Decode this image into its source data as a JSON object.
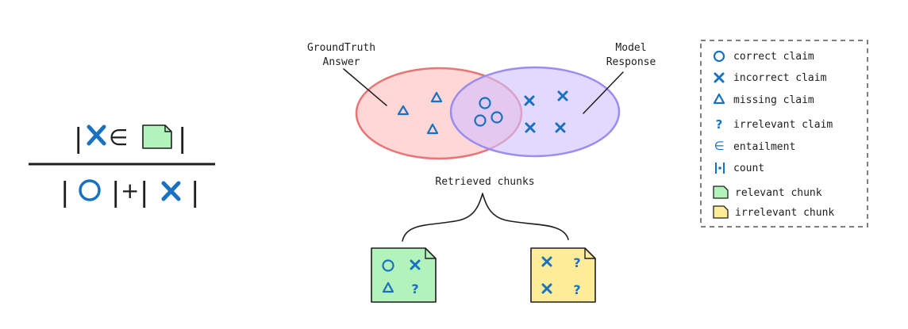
{
  "diagram": {
    "labels": {
      "ground_truth_line1": "GroundTruth",
      "ground_truth_line2": "Answer",
      "model_line1": "Model",
      "model_line2": "Response",
      "retrieved_chunks": "Retrieved chunks"
    },
    "legend": [
      {
        "icon": "circle-icon",
        "label": "correct claim"
      },
      {
        "icon": "cross-icon",
        "label": "incorrect claim"
      },
      {
        "icon": "triangle-icon",
        "label": "missing claim"
      },
      {
        "icon": "question-icon",
        "label": "irrelevant claim"
      },
      {
        "icon": "element-of-icon",
        "label": "entailment"
      },
      {
        "icon": "count-icon",
        "label": "count"
      },
      {
        "icon": "green-chunk-icon",
        "label": "relevant chunk"
      },
      {
        "icon": "yellow-chunk-icon",
        "label": "irrelevant chunk"
      }
    ],
    "symbols": {
      "element_of": "∈",
      "question": "?",
      "plus": "+",
      "bar": "|",
      "dot": "•"
    },
    "colors": {
      "accent": "#1971c2",
      "ground_truth_fill": "#ffc9c9",
      "ground_truth_stroke": "#e03131",
      "model_fill": "#d0bfff",
      "model_stroke": "#7048e8",
      "relevant_chunk": "#b2f2bb",
      "irrelevant_chunk": "#ffec99",
      "text": "#1e1e1e"
    }
  }
}
